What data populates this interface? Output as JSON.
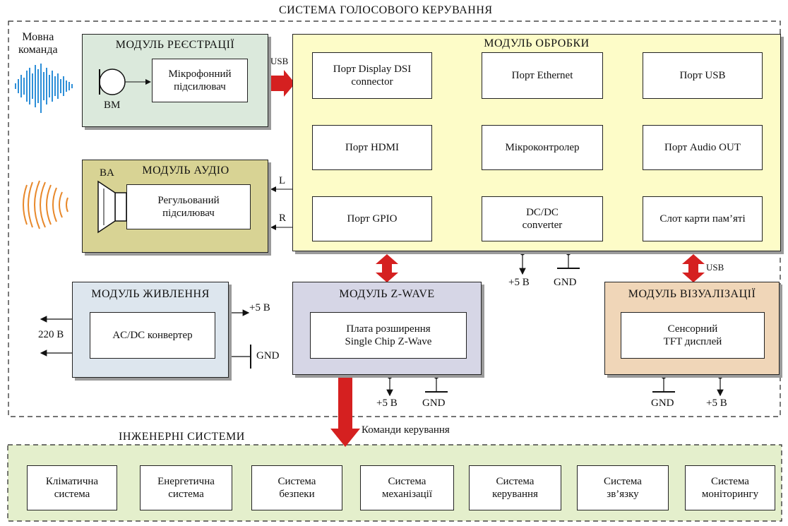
{
  "diagram": {
    "system_title": "СИСТЕМА  ГОЛОСОВОГО  КЕРУВАННЯ",
    "voice_command": "Мовна\nкоманда",
    "registration": {
      "title": "МОДУЛЬ  РЕЄСТРАЦІЇ",
      "amplifier": "Мікрофонний\nпідсилювач",
      "mic_label": "BM"
    },
    "usb_label_top": "USB",
    "processing": {
      "title": "МОДУЛЬ ОБРОБКИ",
      "blocks": [
        "Порт Display DSI\nconnector",
        "Порт Ethernet",
        "Порт USB",
        "Порт HDMI",
        "Мікроконтролер",
        "Порт Audio OUT",
        "Порт GPIO",
        "DC/DC\nconverter",
        "Слот карти пам’яті"
      ],
      "plus5": "+5 В",
      "gnd": "GND"
    },
    "audio": {
      "title": "МОДУЛЬ  АУДІО",
      "speaker_label": "BA",
      "amplifier": "Регульований\nпідсилювач",
      "left": "L",
      "right": "R"
    },
    "power": {
      "title": "МОДУЛЬ  ЖИВЛЕННЯ",
      "converter": "AC/DC конвертер",
      "input": "220 В",
      "plus5": "+5 В",
      "gnd": "GND"
    },
    "zwave": {
      "title": "МОДУЛЬ Z-WAVE",
      "board": "Плата розширення\nSingle Chip Z-Wave",
      "plus5": "+5 В",
      "gnd": "GND"
    },
    "visualization": {
      "title": "МОДУЛЬ  ВІЗУАЛІЗАЦІЇ",
      "display": "Сенсорний\nTFT дисплей",
      "usb": "USB",
      "plus5": "+5 В",
      "gnd": "GND"
    },
    "control_commands": "Команди керування",
    "engineering": {
      "title": "ІНЖЕНЕРНІ  СИСТЕМИ",
      "systems": [
        "Кліматична\nсистема",
        "Енергетична\nсистема",
        "Система\nбезпеки",
        "Система\nмеханізації",
        "Система\nкерування",
        "Система\nзв’язку",
        "Система\nмоніторингу"
      ]
    },
    "colors": {
      "registration_bg": "#dbe9dc",
      "processing_bg": "#fdfcc8",
      "audio_bg": "#d8d394",
      "power_bg": "#dde6ee",
      "zwave_bg": "#d6d6e6",
      "visualization_bg": "#f0d6b8",
      "engineering_bg": "#e4efcc",
      "arrow_red": "#d52020",
      "wave_blue": "#2e8fd8",
      "sound_orange": "#e8882a"
    }
  }
}
